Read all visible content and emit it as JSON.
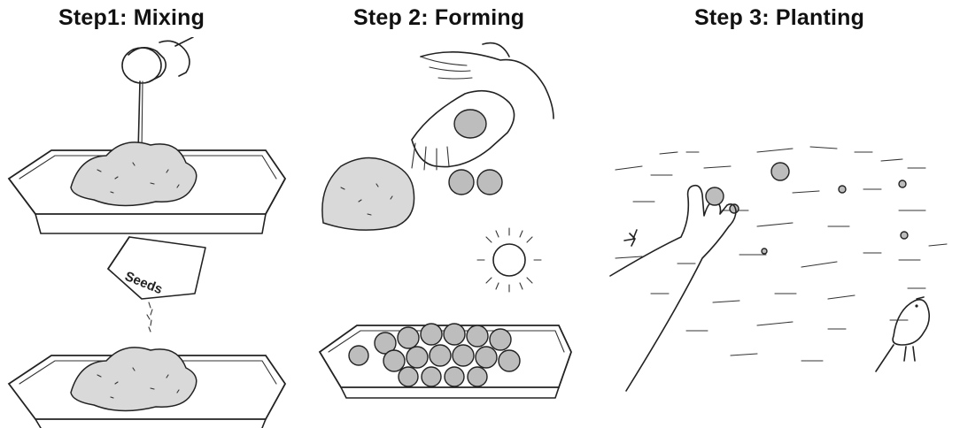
{
  "steps": [
    {
      "title": "Step1: Mixing"
    },
    {
      "title": "Step 2: Forming"
    },
    {
      "title": "Step 3: Planting"
    }
  ],
  "labels": {
    "seeds_bag": "Seeds"
  },
  "icons": {
    "step1": [
      "pouring-jug-icon",
      "soil-tray-icon",
      "seed-bag-icon",
      "mixed-tray-icon"
    ],
    "step2": [
      "hands-rolling-icon",
      "soil-pile-icon",
      "seed-balls-icon",
      "sun-icon",
      "tray-of-balls-icon"
    ],
    "step3": [
      "throwing-hand-icon",
      "field-icon",
      "bird-icon",
      "flower-icon"
    ]
  }
}
